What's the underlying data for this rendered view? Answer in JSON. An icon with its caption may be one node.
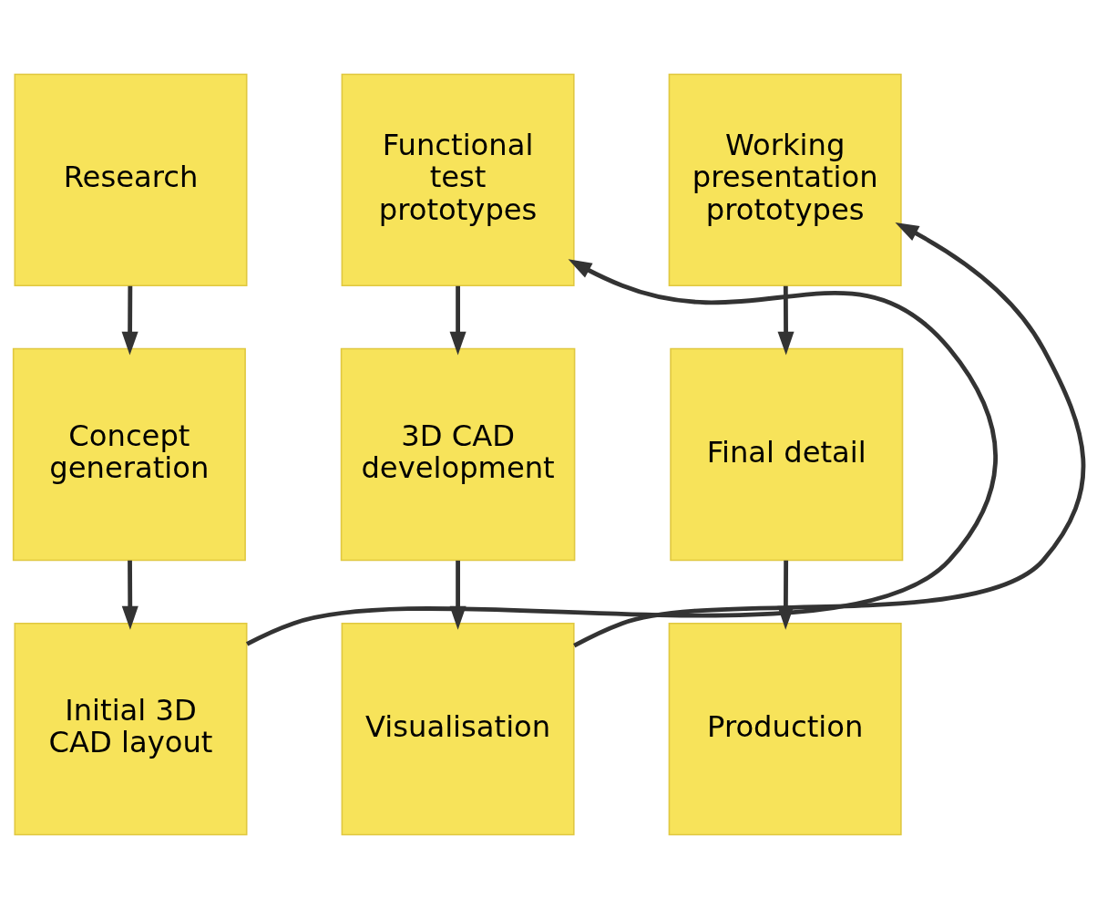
{
  "diagram": {
    "nodes": [
      {
        "text": [
          "Research"
        ]
      },
      {
        "text": [
          "Concept generation"
        ]
      },
      {
        "text": [
          "Initial 3D CAD layout"
        ]
      },
      {
        "text": [
          "Functional test prototypes"
        ]
      },
      {
        "text": [
          "3D CAD development"
        ]
      },
      {
        "text": [
          "Visualisation"
        ]
      },
      {
        "text": [
          "Working presentation prototypes"
        ]
      },
      {
        "text": [
          "Final detail"
        ]
      },
      {
        "text": [
          "Production"
        ]
      }
    ],
    "edges": [
      {
        "from": 0,
        "to": 1,
        "arrow": "to"
      },
      {
        "from": 1,
        "to": 2,
        "arrow": "to"
      },
      {
        "from": 2,
        "to": 3,
        "arrow": "to"
      },
      {
        "from": 3,
        "to": 4,
        "arrow": "to"
      },
      {
        "from": 4,
        "to": 5,
        "arrow": "to"
      },
      {
        "from": 5,
        "to": 6,
        "arrow": "to"
      },
      {
        "from": 6,
        "to": 7,
        "arrow": "to"
      },
      {
        "from": 7,
        "to": 8,
        "arrow": "to"
      }
    ]
  }
}
